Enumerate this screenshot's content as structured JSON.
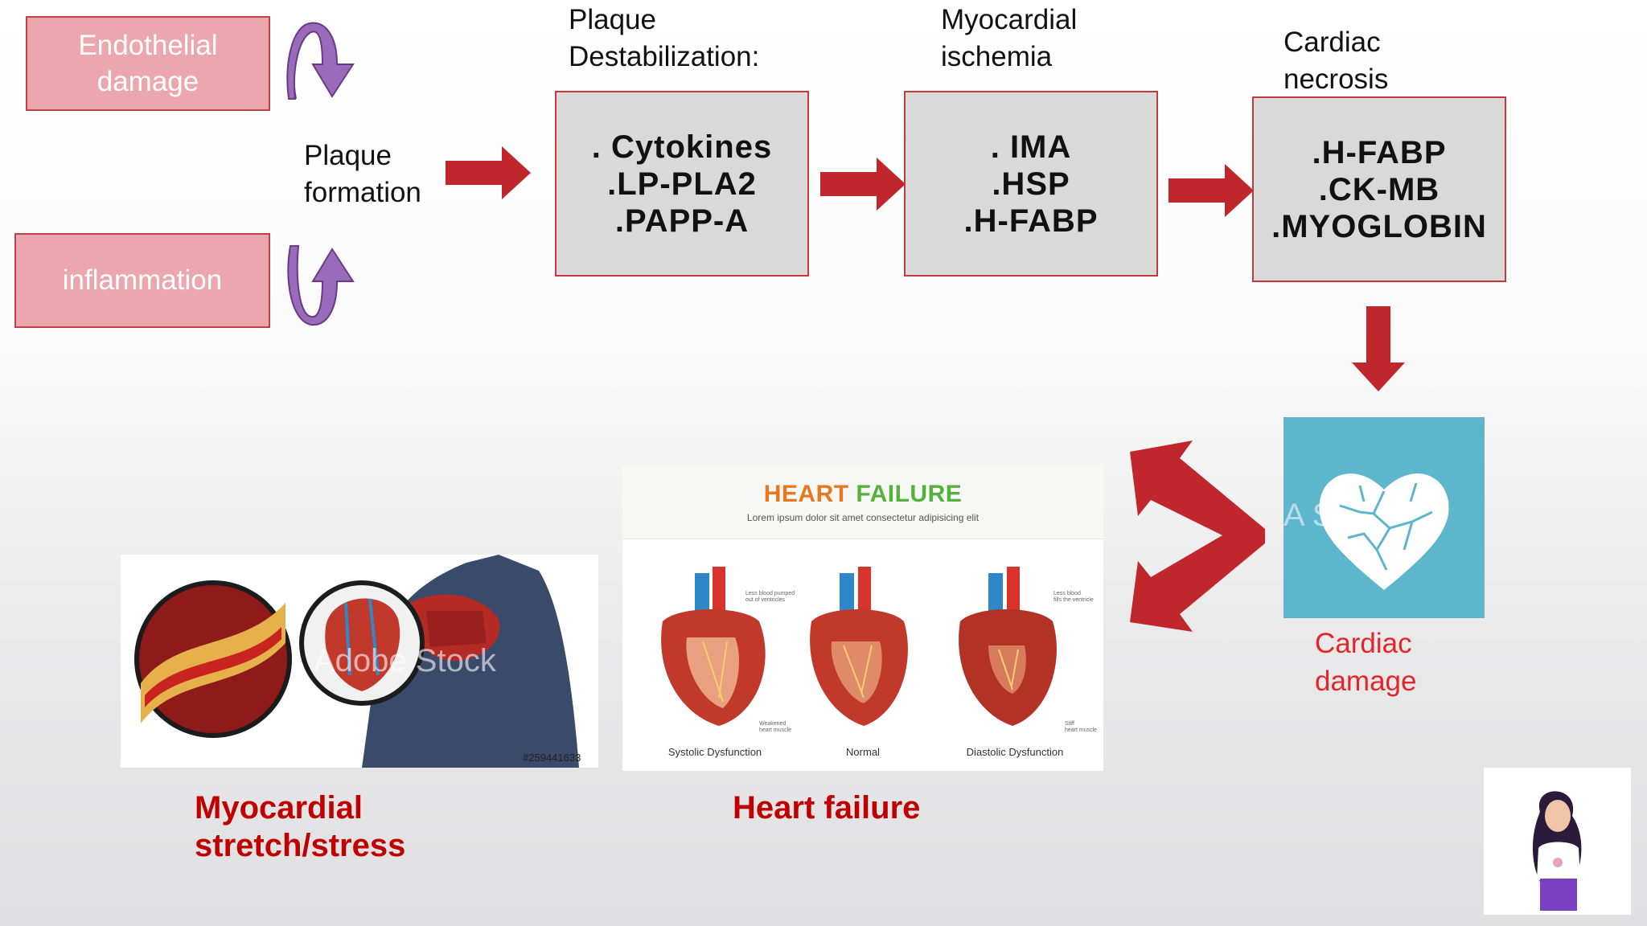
{
  "left": {
    "endothelial": "Endothelial\ndamage",
    "inflammation": "inflammation",
    "plaque_formation": "Plaque\nformation"
  },
  "stages": [
    {
      "heading": "Plaque\nDestabilization:",
      "markers": [
        ". Cytokines",
        ".LP-PLA2",
        ".PAPP-A"
      ]
    },
    {
      "heading": "Myocardial\nischemia",
      "markers": [
        ". IMA",
        ".HSP",
        ".H-FABP"
      ]
    },
    {
      "heading": "Cardiac\nnecrosis",
      "markers": [
        ".H-FABP",
        ".CK-MB",
        ".MYOGLOBIN"
      ]
    }
  ],
  "cardiac_damage": {
    "label": "Cardiac\ndamage",
    "watermark": "A    S"
  },
  "heart_failure_image": {
    "title_a": "HEART ",
    "title_b": "FAILURE",
    "subtitle": "Lorem ipsum dolor sit amet consectetur adipisicing elit",
    "captions": [
      "Systolic Dysfunction",
      "Normal",
      "Diastolic Dysfunction"
    ],
    "notes": [
      "Less blood pumped\nout of ventricles",
      "Less blood\nfills the ventricle",
      "Weakened\nheart muscle",
      "Stiff\nheart muscle"
    ]
  },
  "stress_image": {
    "watermark": "Adobe Stock",
    "stock_id": "#259441633"
  },
  "bottom": {
    "stretch": "Myocardial\nstretch/stress",
    "heart_failure": "Heart failure"
  },
  "colors": {
    "arrow_red": "#c0272d",
    "pink_fill": "#eba7ad",
    "purple_arrow": "#8e5aa8",
    "teal_tile": "#5eb6cc"
  }
}
